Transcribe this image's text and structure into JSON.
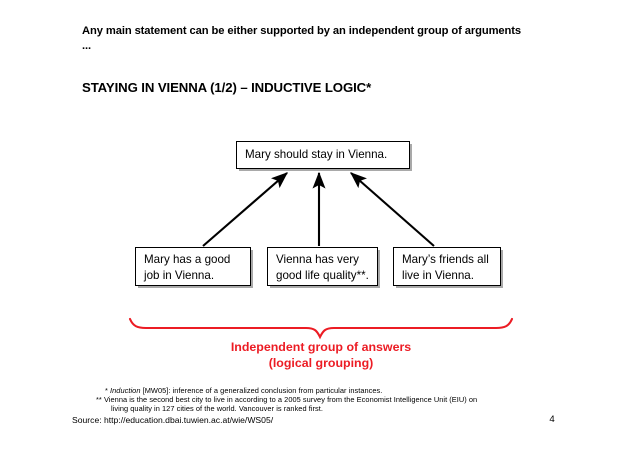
{
  "slide": {
    "intro": "Any main statement can be either supported by an independent group of arguments ...",
    "title": "STAYING IN VIENNA (1/2) – INDUCTIVE LOGIC*",
    "page_number": "4",
    "source": "Source: http://education.dbai.tuwien.ac.at/wie/WS05/"
  },
  "diagram": {
    "conclusion": {
      "line1": "Mary should stay in Vienna."
    },
    "premises": [
      {
        "line1": "Mary has a good",
        "line2": "job in Vienna."
      },
      {
        "line1": "Vienna has very",
        "line2": "good life quality**."
      },
      {
        "line1": "Mary’s friends all",
        "line2": "live in Vienna."
      }
    ],
    "grouping": {
      "line1": "Independent group of answers",
      "line2": "(logical grouping)",
      "color": "#ec1c24"
    },
    "arrow_color": "#000000",
    "box_border_color": "#000000",
    "box_shadow_color": "#a9a9a9"
  },
  "footnotes": {
    "note1_marker": "*",
    "note1_italic": "Induction",
    "note1_rest": " [MW05]: inference of a generalized conclusion from particular instances.",
    "note2_marker": "**",
    "note2_text": " Vienna is the second best city to live in according to a 2005 survey from the Economist Intelligence Unit (EIU) on",
    "note3_text": "living quality in 127 cities of the world. Vancouver is ranked first."
  }
}
